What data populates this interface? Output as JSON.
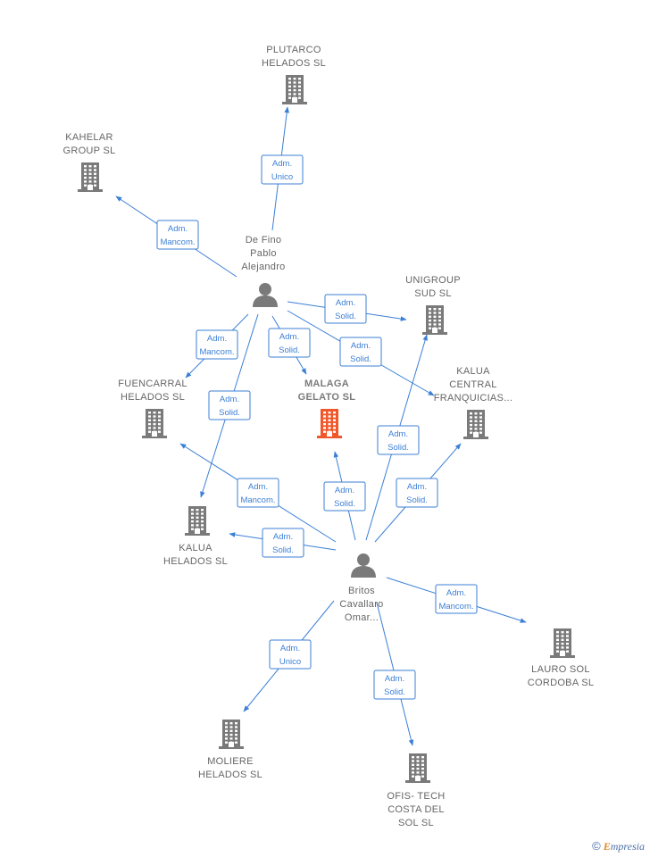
{
  "colors": {
    "edge": "#3b7fd6",
    "node": "#7a7a7a",
    "highlight": "#f0572a",
    "label": "#666666"
  },
  "nodes": [
    {
      "id": "plutarco",
      "type": "company",
      "icon": "building-icon",
      "label": [
        "PLUTARCO",
        "HELADOS  SL"
      ]
    },
    {
      "id": "kahelar",
      "type": "company",
      "icon": "building-icon",
      "label": [
        "KAHELAR",
        "GROUP SL"
      ]
    },
    {
      "id": "defino",
      "type": "person",
      "icon": "person-icon",
      "label": [
        "De Fino",
        "Pablo",
        "Alejandro"
      ]
    },
    {
      "id": "unigroup",
      "type": "company",
      "icon": "building-icon",
      "label": [
        "UNIGROUP",
        "SUD  SL"
      ]
    },
    {
      "id": "kaluacentral",
      "type": "company",
      "icon": "building-icon",
      "label": [
        "KALUA",
        "CENTRAL",
        "FRANQUICIAS..."
      ]
    },
    {
      "id": "fuencarral",
      "type": "company",
      "icon": "building-icon",
      "label": [
        "FUENCARRAL",
        "HELADOS  SL"
      ]
    },
    {
      "id": "malaga",
      "type": "company",
      "icon": "building-icon",
      "highlight": true,
      "label": [
        "MALAGA",
        "GELATO  SL"
      ]
    },
    {
      "id": "kaluahelados",
      "type": "company",
      "icon": "building-icon",
      "label": [
        "KALUA",
        "HELADOS  SL"
      ]
    },
    {
      "id": "britos",
      "type": "person",
      "icon": "person-icon",
      "label": [
        "Britos",
        "Cavallaro",
        "Omar..."
      ]
    },
    {
      "id": "lauro",
      "type": "company",
      "icon": "building-icon",
      "label": [
        "LAURO SOL",
        "CORDOBA  SL"
      ]
    },
    {
      "id": "moliere",
      "type": "company",
      "icon": "building-icon",
      "label": [
        "MOLIERE",
        "HELADOS  SL"
      ]
    },
    {
      "id": "ofistech",
      "type": "company",
      "icon": "building-icon",
      "label": [
        "OFIS- TECH",
        "COSTA DEL",
        "SOL  SL"
      ]
    }
  ],
  "edges": [
    {
      "from": "defino",
      "to": "plutarco",
      "label": [
        "Adm.",
        "Unico"
      ]
    },
    {
      "from": "defino",
      "to": "kahelar",
      "label": [
        "Adm.",
        "Mancom."
      ]
    },
    {
      "from": "defino",
      "to": "unigroup",
      "label": [
        "Adm.",
        "Solid."
      ]
    },
    {
      "from": "defino",
      "to": "kaluacentral",
      "label": [
        "Adm.",
        "Solid."
      ]
    },
    {
      "from": "defino",
      "to": "fuencarral",
      "label": [
        "Adm.",
        "Mancom."
      ]
    },
    {
      "from": "defino",
      "to": "malaga",
      "label": [
        "Adm.",
        "Solid."
      ]
    },
    {
      "from": "defino",
      "to": "kaluahelados",
      "label": [
        "Adm.",
        "Solid."
      ]
    },
    {
      "from": "britos",
      "to": "fuencarral",
      "label": [
        "Adm.",
        "Mancom."
      ]
    },
    {
      "from": "britos",
      "to": "malaga",
      "label": [
        "Adm.",
        "Solid."
      ]
    },
    {
      "from": "britos",
      "to": "unigroup",
      "label": [
        "Adm.",
        "Solid."
      ]
    },
    {
      "from": "britos",
      "to": "kaluacentral",
      "label": [
        "Adm.",
        "Solid."
      ]
    },
    {
      "from": "britos",
      "to": "kaluahelados",
      "label": [
        "Adm.",
        "Solid."
      ]
    },
    {
      "from": "britos",
      "to": "lauro",
      "label": [
        "Adm.",
        "Mancom."
      ]
    },
    {
      "from": "britos",
      "to": "moliere",
      "label": [
        "Adm.",
        "Unico"
      ]
    },
    {
      "from": "britos",
      "to": "ofistech",
      "label": [
        "Adm.",
        "Solid."
      ]
    }
  ],
  "footer": {
    "copyright": "©",
    "brand_initial": "E",
    "brand_rest": "mpresia"
  }
}
